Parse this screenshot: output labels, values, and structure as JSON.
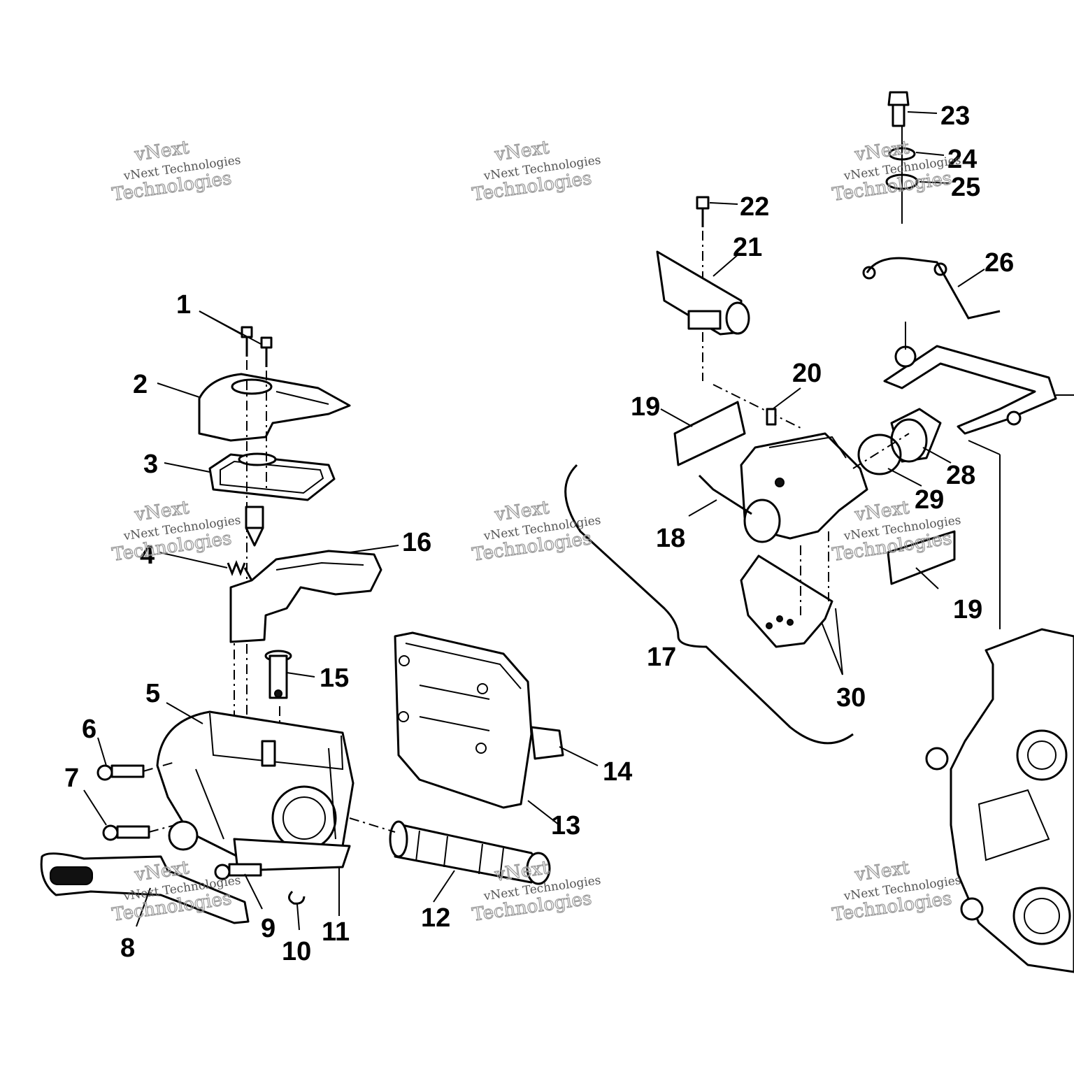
{
  "callouts": {
    "c1": "1",
    "c2": "2",
    "c3": "3",
    "c4": "4",
    "c5": "5",
    "c6": "6",
    "c7": "7",
    "c8": "8",
    "c9": "9",
    "c10": "10",
    "c11": "11",
    "c12": "12",
    "c13": "13",
    "c14": "14",
    "c15": "15",
    "c16": "16",
    "c17": "17",
    "c18": "18",
    "c19a": "19",
    "c19b": "19",
    "c20": "20",
    "c21": "21",
    "c22": "22",
    "c23": "23",
    "c24": "24",
    "c25": "25",
    "c26": "26",
    "c28": "28",
    "c29": "29",
    "c30": "30"
  },
  "watermark": {
    "brand": "vNext",
    "line1": "vNext Technologies",
    "line2": "Technologies"
  }
}
